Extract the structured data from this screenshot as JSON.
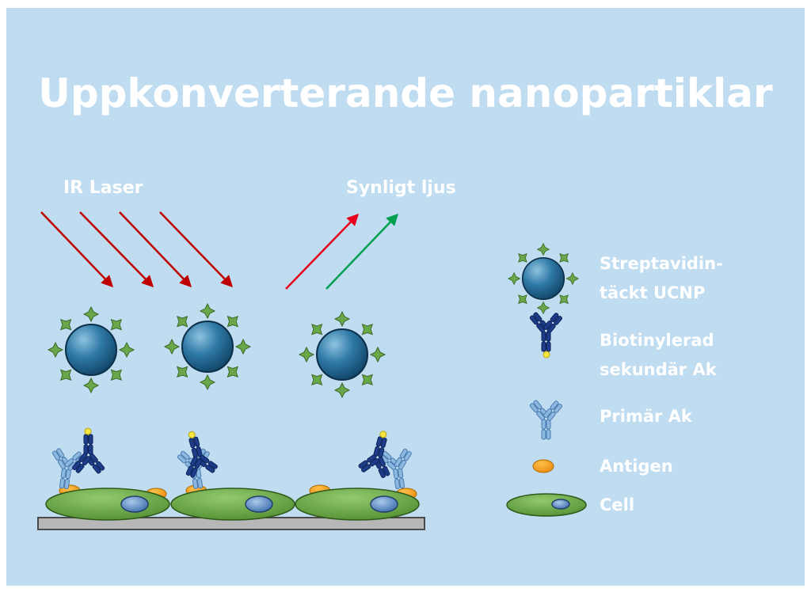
{
  "title": "Uppkonverterande nanopartiklar",
  "labels": {
    "ir_laser": "IR Laser",
    "visible_light": "Synligt ljus"
  },
  "legend": {
    "ucnp_line1": "Streptavidin-",
    "ucnp_line2": "täckt UCNP",
    "secondary_line1": "Biotinylerad",
    "secondary_line2": "sekundär Ak",
    "primary": "Primär Ak",
    "antigen": "Antigen",
    "cell": "Cell"
  },
  "colors": {
    "background": "#bfdcf0",
    "ir_arrow": "#c00000",
    "red_emission": "#e8001c",
    "green_emission": "#00a050",
    "cell": "#6aaa48",
    "antigen": "#f49a10",
    "nucleus": "#5b8fc9",
    "primary_antibody": "#8cb8e0",
    "secondary_antibody": "#1d3c8a",
    "biotin": "#f5e642",
    "nanoparticle": "#1f5f86",
    "streptavidin": "#5f9e45",
    "substrate": "#b7b7b7"
  }
}
